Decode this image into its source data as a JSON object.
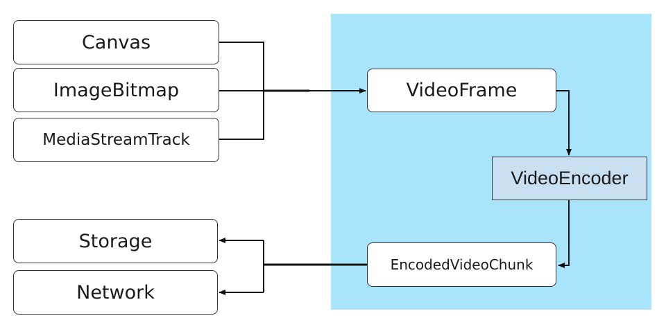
{
  "sources": [
    {
      "id": "canvas",
      "label": "Canvas"
    },
    {
      "id": "imagebitmap",
      "label": "ImageBitmap"
    },
    {
      "id": "mediastreamtrack",
      "label": "MediaStreamTrack"
    }
  ],
  "pipeline": {
    "video_frame": "VideoFrame",
    "video_encoder": "VideoEncoder",
    "encoded_chunk": "EncodedVideoChunk"
  },
  "outputs": [
    {
      "id": "storage",
      "label": "Storage"
    },
    {
      "id": "network",
      "label": "Network"
    }
  ],
  "colors": {
    "region_fill": "#a8e4fc",
    "encoder_fill": "#c9dff2",
    "line": "#111111"
  }
}
